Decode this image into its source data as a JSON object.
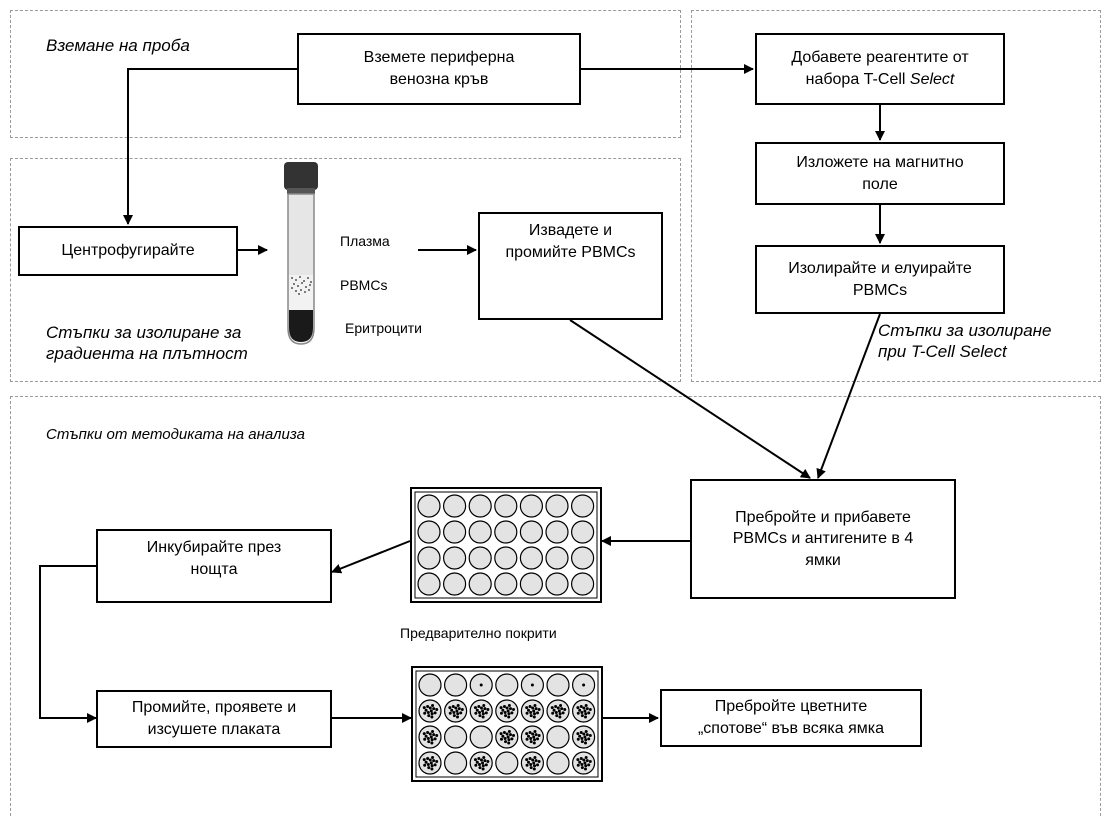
{
  "regions": {
    "sampling": {
      "label": "Вземане на проба"
    },
    "gradient": {
      "label_line1": "Стъпки за изолиране за",
      "label_line2": "градиента на плътност"
    },
    "tcell": {
      "label_line1": "Стъпки за изолиране",
      "label_line2": "при T-Cell Select"
    },
    "assay": {
      "label": "Стъпки от методиката на анализа"
    }
  },
  "boxes": {
    "collect_blood": "Вземете периферна\nвенозна кръв",
    "add_reagents_line1": "Добавете реагентите от",
    "add_reagents_line2_prefix": "набора T-Cell ",
    "add_reagents_line2_italic": "Select",
    "magnetic_field": "Изложете на магнитно\nполе",
    "isolate_elute": "Изолирайте и елуирайте\nPBMCs",
    "centrifuge": "Центрофугирайте",
    "remove_wash": "Извадете и\nпромийте PBMCs",
    "count_add": "Пребройте и прибавете\nPBMCs и антигените в 4\nямки",
    "incubate": "Инкубирайте през\nнощта",
    "wash_develop": "Промийте, проявете и\nизсушете плаката",
    "count_spots": "Пребройте цветните\n„спотове“ във всяка ямка"
  },
  "tube_labels": {
    "plasma": "Плазма",
    "pbmcs": "PBMCs",
    "erythrocytes": "Еритроцити"
  },
  "plate_caption": "Предварително покрити"
}
